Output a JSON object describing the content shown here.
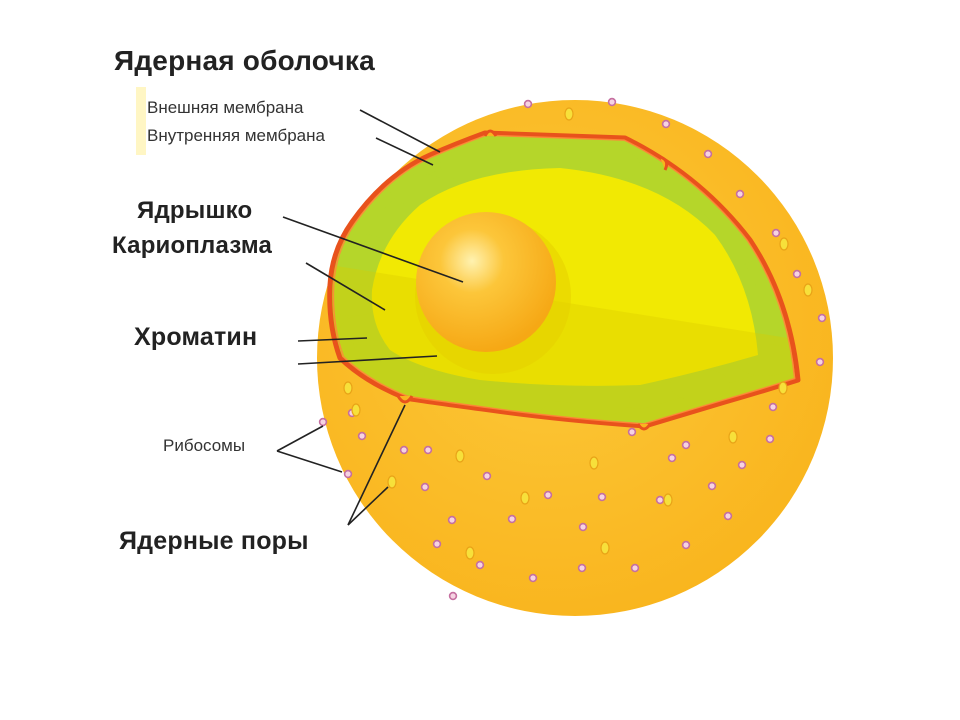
{
  "labels": {
    "title": "Ядерная оболочка",
    "outer_membrane": "Внешняя мембрана",
    "inner_membrane": "Внутренняя мембрана",
    "nucleolus": "Ядрышко",
    "karyoplasm": "Кариоплазма",
    "chromatin": "Хроматин",
    "ribosomes": "Рибосомы",
    "nuclear_pores": "Ядерные поры"
  },
  "colors": {
    "cytoplasm": "#f9b51e",
    "cytoplasm_light": "#fcc93a",
    "nucleus": "#f6ea00",
    "chromatin": "#b5d62a",
    "envelope": "#e8521c",
    "nucleolus": "#fbb51a",
    "ribosome": "#c56fa0",
    "granule": "#f7e03a",
    "leader": "#222222"
  }
}
